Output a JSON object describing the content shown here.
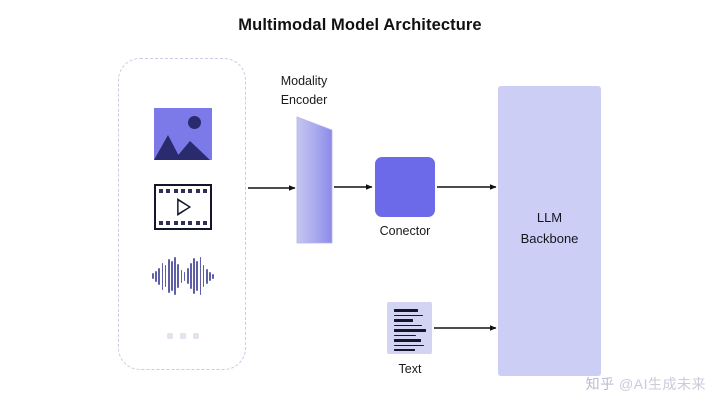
{
  "title": "Multimodal Model Architecture",
  "modality_panel": {
    "name": "modality-inputs",
    "items": [
      {
        "icon": "image-icon",
        "label": "Image"
      },
      {
        "icon": "video-icon",
        "label": "Video"
      },
      {
        "icon": "audio-waveform-icon",
        "label": "Audio"
      },
      {
        "icon": "ellipsis-icon",
        "label": "More modalities"
      }
    ]
  },
  "encoder": {
    "label_line1": "Modality",
    "label_line2": "Encoder",
    "shape": "parallelogram",
    "gradient_from": "#c8c8f2",
    "gradient_to": "#8b8bea"
  },
  "connector": {
    "label": "Conector",
    "color": "#6c6ae8"
  },
  "text_input": {
    "label": "Text",
    "icon": "document-icon",
    "color": "#d3d4f3"
  },
  "llm": {
    "label_line1": "LLM",
    "label_line2": "Backbone",
    "color": "#cdcef5"
  },
  "arrows": [
    {
      "name": "arrow-modality-to-encoder"
    },
    {
      "name": "arrow-encoder-to-connector"
    },
    {
      "name": "arrow-connector-to-llm"
    },
    {
      "name": "arrow-text-to-llm"
    }
  ],
  "watermark": {
    "logo": "知乎",
    "handle": "@AI生成未来"
  },
  "colors": {
    "panel_border": "#c9cce4",
    "image_icon_bg": "#7b7ae8",
    "image_icon_fg": "#2a2a6e",
    "video_icon_stroke": "#14142b",
    "audio_bar": "#5f5fa8",
    "arrow": "#111111",
    "title": "#111111"
  }
}
